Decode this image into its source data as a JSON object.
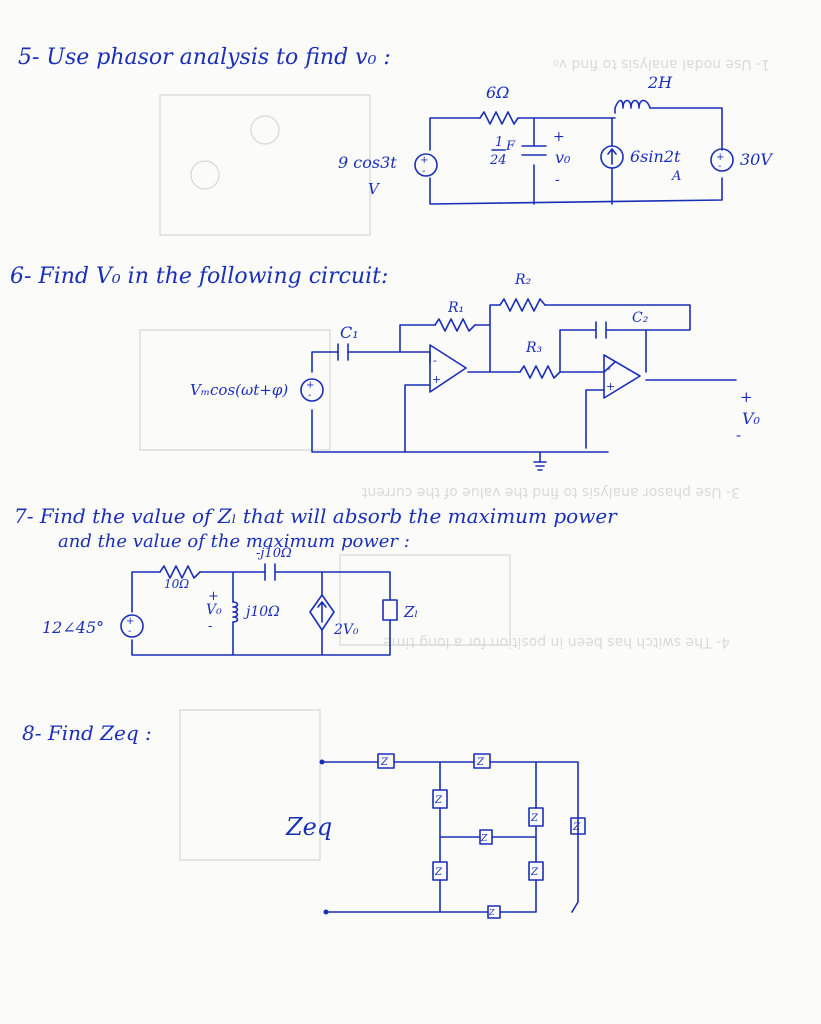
{
  "problem5": {
    "prompt": "5- Use phasor analysis to find v₀ :",
    "r1": "6Ω",
    "inductor": "2H",
    "source_v_a": "9 cos3t",
    "source_v_b": "V",
    "cap_a": "1",
    "cap_b": "F",
    "cap_c": "24",
    "vo_plus": "+",
    "vo": "v₀",
    "vo_minus": "-",
    "current_source": "6sin2t",
    "current_unit": "A",
    "dc_source": "30V"
  },
  "problem6": {
    "prompt": "6- Find V₀ in the following circuit:",
    "r2": "R₂",
    "r1": "R₁",
    "c1": "C₁",
    "c2": "C₂",
    "r3": "R₃",
    "source": "Vₘcos(ωt+φ)",
    "vo_plus": "+",
    "vo": "V₀",
    "vo_minus": "-"
  },
  "problem7": {
    "prompt_line1": "7- Find the value of Zₗ that will absorb the maximum power",
    "prompt_line2": "and the value of the maximum power :",
    "r": "10Ω",
    "cap": "-j10Ω",
    "source": "12∠45°",
    "vo_plus": "+",
    "vo": "V₀",
    "vo_minus": "-",
    "inductor": "j10Ω",
    "dep_source": "2V₀",
    "load": "Zₗ"
  },
  "problem8": {
    "prompt": "8- Find Zeq :",
    "zeq": "Zeq",
    "box_label": "Z"
  },
  "ghost_text": {
    "line_a": "1- Use nodal analysis to find v₀",
    "line_b": "3- Use phasor analysis to find the value of the current",
    "line_c": "4- The switch has been in position for a long time"
  },
  "colors": {
    "ink": "#1a2fb8",
    "paper": "#fbfbf9",
    "ghost": "#d7d7d7"
  }
}
